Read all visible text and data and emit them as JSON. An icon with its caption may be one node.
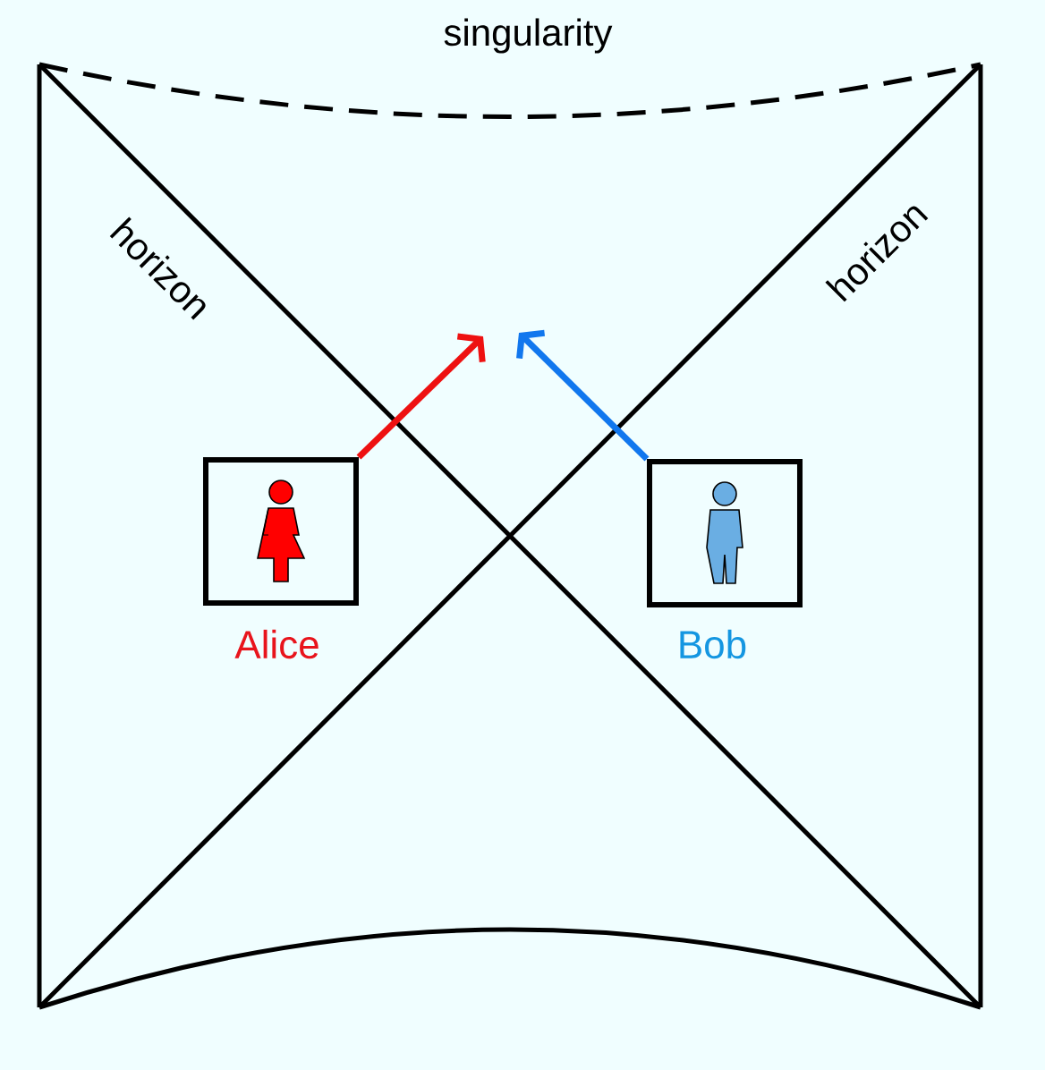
{
  "diagram": {
    "nodes": [
      {
        "text": [
          "Alice"
        ]
      },
      {
        "text": [
          "Bob"
        ]
      }
    ],
    "edges": [
      {
        "from": 0,
        "to": null,
        "arrow": "to",
        "color": "#ee1111"
      },
      {
        "from": 1,
        "to": null,
        "arrow": "to",
        "color": "#1177ee"
      }
    ],
    "labels": [
      "singularity",
      "horizon",
      "horizon"
    ]
  }
}
